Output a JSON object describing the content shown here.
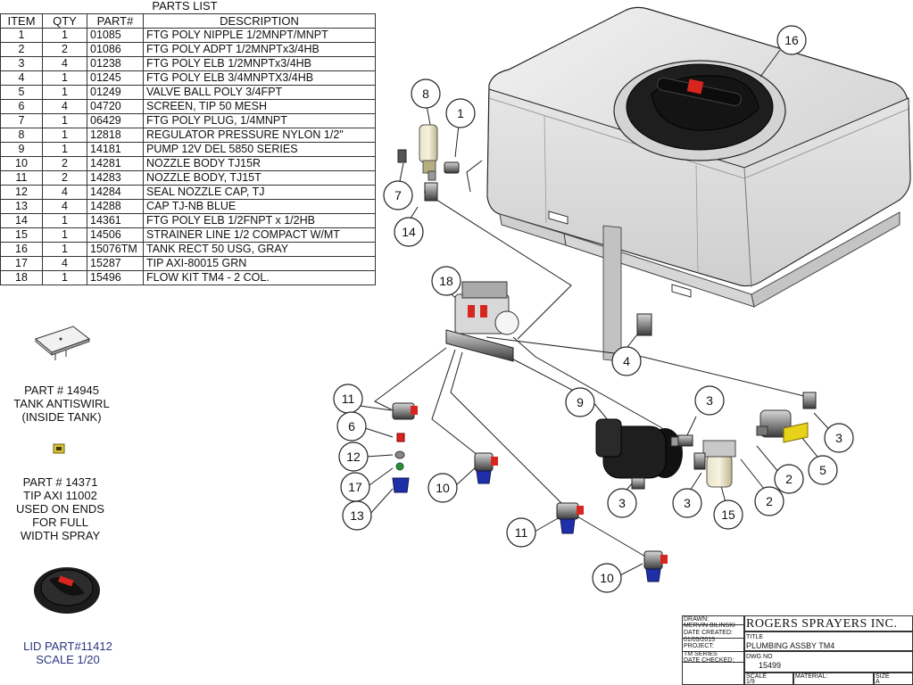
{
  "parts_list": {
    "title": "PARTS LIST",
    "headers": [
      "ITEM",
      "QTY",
      "PART#",
      "DESCRIPTION"
    ],
    "rows": [
      [
        "1",
        "1",
        "01085",
        "FTG POLY NIPPLE 1/2MNPT/MNPT"
      ],
      [
        "2",
        "2",
        "01086",
        "FTG POLY ADPT 1/2MNPTx3/4HB"
      ],
      [
        "3",
        "4",
        "01238",
        "FTG POLY ELB 1/2MNPTx3/4HB"
      ],
      [
        "4",
        "1",
        "01245",
        "FTG POLY ELB 3/4MNPTX3/4HB"
      ],
      [
        "5",
        "1",
        "01249",
        "VALVE BALL POLY 3/4FPT"
      ],
      [
        "6",
        "4",
        "04720",
        "SCREEN, TIP 50 MESH"
      ],
      [
        "7",
        "1",
        "06429",
        "FTG POLY PLUG, 1/4MNPT"
      ],
      [
        "8",
        "1",
        "12818",
        "REGULATOR PRESSURE NYLON 1/2\""
      ],
      [
        "9",
        "1",
        "14181",
        "PUMP 12V DEL 5850 SERIES"
      ],
      [
        "10",
        "2",
        "14281",
        "NOZZLE BODY TJ15R"
      ],
      [
        "11",
        "2",
        "14283",
        "NOZZLE BODY, TJ15T"
      ],
      [
        "12",
        "4",
        "14284",
        "SEAL NOZZLE CAP, TJ"
      ],
      [
        "13",
        "4",
        "14288",
        "CAP TJ-NB BLUE"
      ],
      [
        "14",
        "1",
        "14361",
        "FTG POLY ELB 1/2FNPT x 1/2HB"
      ],
      [
        "15",
        "1",
        "14506",
        "STRAINER LINE 1/2 COMPACT W/MT"
      ],
      [
        "16",
        "1",
        "15076TM",
        "TANK RECT 50 USG, GRAY"
      ],
      [
        "17",
        "4",
        "15287",
        "TIP AXI-80015 GRN"
      ],
      [
        "18",
        "1",
        "15496",
        "FLOW KIT TM4 - 2 COL."
      ]
    ]
  },
  "antiswirl": {
    "line1": "PART # 14945",
    "line2": "TANK ANTISWIRL",
    "line3": "(INSIDE TANK)"
  },
  "tip": {
    "line1": "PART # 14371",
    "line2": "TIP AXI 11002",
    "line3": "USED ON ENDS",
    "line4": "FOR FULL",
    "line5": "WIDTH SPRAY"
  },
  "lid": {
    "line1": "LID PART#11412",
    "line2": "SCALE 1/20"
  },
  "callouts": [
    "16",
    "8",
    "1",
    "7",
    "14",
    "18",
    "4",
    "11",
    "6",
    "12",
    "17",
    "13",
    "10",
    "9",
    "3",
    "5",
    "2",
    "15",
    "3",
    "2",
    "3",
    "3",
    "11",
    "10"
  ],
  "title_block": {
    "company": "ROGERS SPRAYERS INC.",
    "drawn_label": "DRAWN:",
    "drawn_by": "MERVIN BILINSKI",
    "date_created_label": "DATE CREATED:",
    "date_created": "01/05/2015",
    "project_label": "PROJECT:",
    "project": "TM SERIES",
    "date_checked_label": "DATE CHECKED:",
    "title_label": "TITLE",
    "title": "PLUMBING ASSBY TM4",
    "dwg_label": "DWG NO",
    "dwg_no": "15499",
    "scale_label": "SCALE",
    "scale": "1/9",
    "material_label": "MATERIAL:",
    "size_label": "SIZE",
    "size": "A"
  },
  "colors": {
    "tank": "#e2e2e2",
    "lid": "#1c1c1c",
    "handle_red": "#d8261e",
    "nozzle_blue": "#1f2fa8",
    "valve_yellow": "#e8d21a",
    "text_blue": "#2a3580"
  }
}
